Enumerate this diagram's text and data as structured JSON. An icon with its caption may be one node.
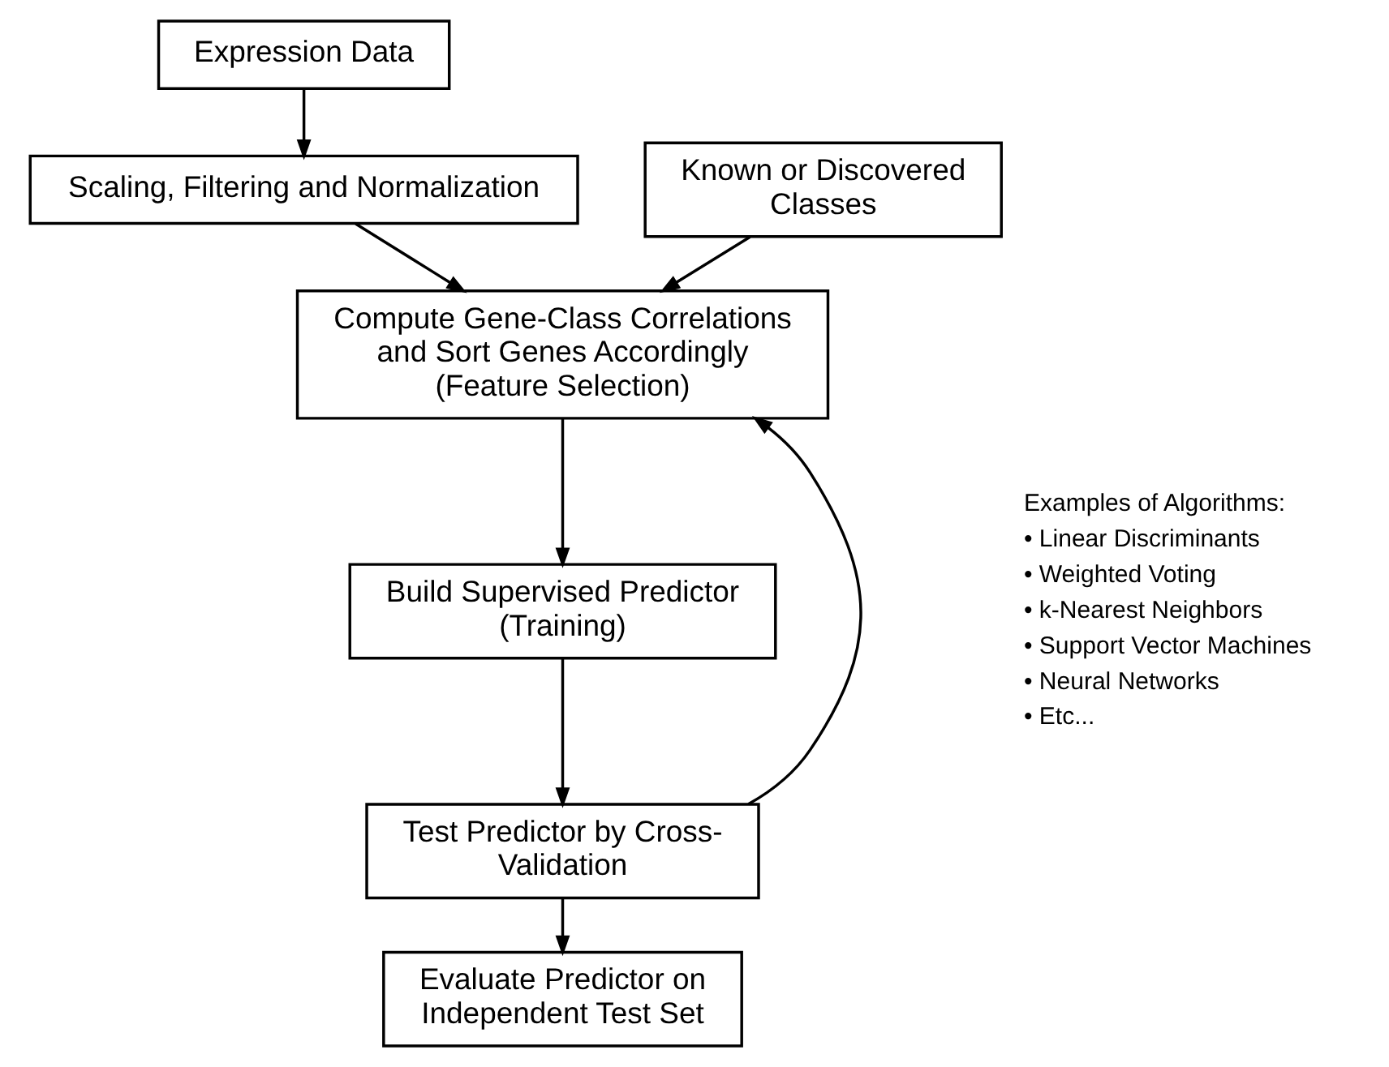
{
  "diagram": {
    "nodes": [
      {
        "text": [
          "Expression Data"
        ]
      },
      {
        "text": [
          "Known or Discovered Classes"
        ]
      },
      {
        "text": [
          "Scaling, Filtering and Normalization"
        ]
      },
      {
        "text": [
          "Compute Gene-Class Correlations and Sort Genes Accordingly",
          "(Feature Selection)"
        ]
      },
      {
        "text": [
          "Build Supervised Predictor",
          "(Training)"
        ]
      },
      {
        "text": [
          "Test Predictor by Cross-Validation"
        ]
      },
      {
        "text": [
          "Evaluate Predictor on Independent Test Set"
        ]
      }
    ],
    "edges": [
      {
        "from": 0,
        "to": 2,
        "arrow": "to"
      },
      {
        "from": 2,
        "to": 3,
        "arrow": "to"
      },
      {
        "from": 1,
        "to": 3,
        "arrow": "to"
      },
      {
        "from": 3,
        "to": 4,
        "arrow": "to"
      },
      {
        "from": 4,
        "to": 5,
        "arrow": "to"
      },
      {
        "from": 5,
        "to": 3,
        "arrow": "to"
      },
      {
        "from": 5,
        "to": 6,
        "arrow": "to"
      }
    ],
    "labels": [
      "Examples of Algorithms:",
      "• Linear Discriminants",
      "• Weighted Voting",
      "• k-Nearest Neighbors",
      "• Support Vector Machines",
      "• Neural Networks",
      "• Etc..."
    ]
  }
}
